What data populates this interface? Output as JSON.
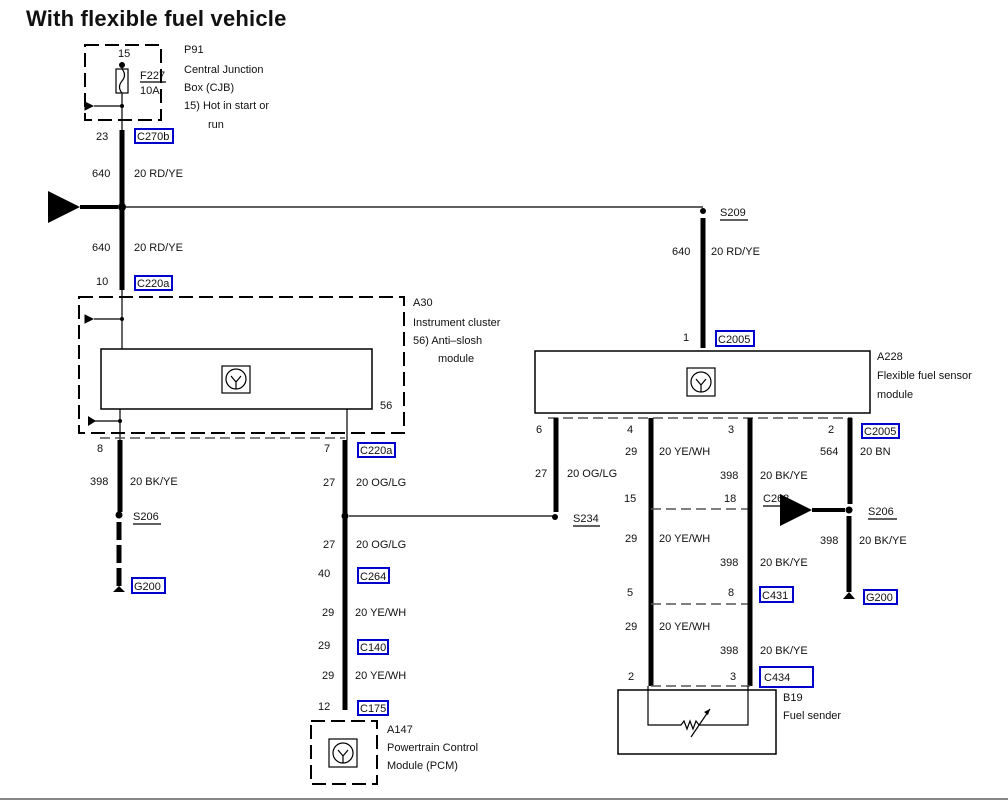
{
  "title": "With flexible fuel vehicle",
  "components": {
    "p91": {
      "id": "P91",
      "name_line1": "Central Junction",
      "name_line2": "Box (CJB)",
      "note_line1": "15)  Hot in start or",
      "note_line2": "run",
      "pin": "15",
      "fuse_id": "F227",
      "fuse_rating": "10A"
    },
    "a30": {
      "id": "A30",
      "name": "Instrument cluster",
      "note_line1": "56)  Anti–slosh",
      "note_line2": "module",
      "pin": "56"
    },
    "a228": {
      "id": "A228",
      "name_line1": "Flexible fuel sensor",
      "name_line2": "module"
    },
    "a147": {
      "id": "A147",
      "name_line1": "Powertrain Control",
      "name_line2": "Module (PCM)"
    },
    "b19": {
      "id": "B19",
      "name": "Fuel sender"
    }
  },
  "connectors": {
    "c270b": "C270b",
    "c220a_top": "C220a",
    "c220a_bot": "C220a",
    "c264": "C264",
    "c140": "C140",
    "c175": "C175",
    "c2005_top": "C2005",
    "c2005_right": "C2005",
    "c431": "C431",
    "c434": "C434",
    "g200_left": "G200",
    "g200_right": "G200"
  },
  "splices": {
    "s209": "S209",
    "s206_left": "S206",
    "s234": "S234",
    "s206_right": "S206",
    "c263": "C263"
  },
  "pins": {
    "p23": "23",
    "p10": "10",
    "p8": "8",
    "p7": "7",
    "p40": "40",
    "p29_c140": "29",
    "p12": "12",
    "p1": "1",
    "p6": "6",
    "p4": "4",
    "p3": "3",
    "p2": "2",
    "p15": "15",
    "p18": "18",
    "p5": "5",
    "p8r": "8",
    "p2b": "2",
    "p3b": "3"
  },
  "wires": {
    "w1": {
      "circuit": "640",
      "spec": "20 RD/YE"
    },
    "w2": {
      "circuit": "640",
      "spec": "20 RD/YE"
    },
    "w3": {
      "circuit": "640",
      "spec": "20 RD/YE"
    },
    "w4": {
      "circuit": "398",
      "spec": "20 BK/YE"
    },
    "w5": {
      "circuit": "27",
      "spec": "20 OG/LG"
    },
    "w6": {
      "circuit": "27",
      "spec": "20 OG/LG"
    },
    "w7": {
      "circuit": "29",
      "spec": "20 YE/WH"
    },
    "w8": {
      "circuit": "29",
      "spec": "20 YE/WH"
    },
    "w9": {
      "circuit": "27",
      "spec": "20 OG/LG"
    },
    "w10": {
      "circuit": "29",
      "spec": "20 YE/WH"
    },
    "w11": {
      "circuit": "398",
      "spec": "20 BK/YE"
    },
    "w12": {
      "circuit": "564",
      "spec": "20 BN"
    },
    "w13": {
      "circuit": "29",
      "spec": "20 YE/WH"
    },
    "w14": {
      "circuit": "398",
      "spec": "20 BK/YE"
    },
    "w15": {
      "circuit": "398",
      "spec": "20 BK/YE"
    },
    "w16": {
      "circuit": "29",
      "spec": "20 YE/WH"
    },
    "w17": {
      "circuit": "398",
      "spec": "20 BK/YE"
    }
  },
  "colors": {
    "connector_highlight": "#0000cc"
  }
}
